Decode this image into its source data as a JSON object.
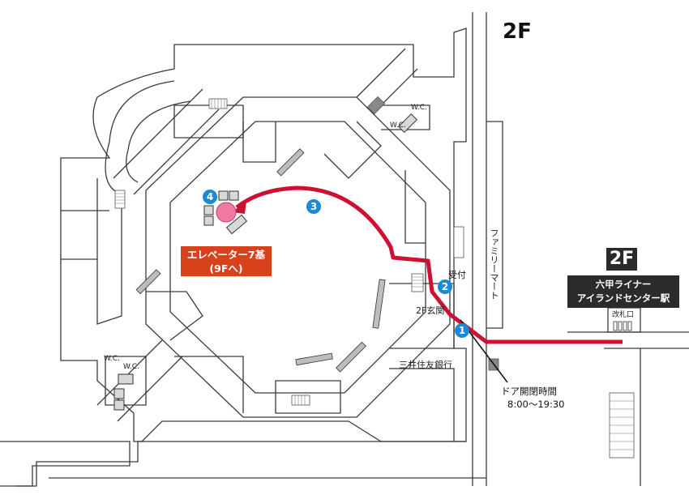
{
  "floor": "2F",
  "station_badge": "2F",
  "station": {
    "line1": "六甲ライナー",
    "line2": "アイランドセンター駅"
  },
  "elevator": {
    "line1": "エレベーター7基",
    "line2": "(9Fへ)"
  },
  "labels": {
    "wc1": "W.C.",
    "wc2": "W.C.",
    "wc3": "W.C.",
    "wc4": "W.C.",
    "reception": "受付",
    "entrance": "2F玄関",
    "bank": "三井住友銀行",
    "store": "ファミリーマート",
    "ticket_gate": "改札口"
  },
  "door_hours": {
    "title": "ドア開閉時間",
    "time": "8:00〜19:30"
  },
  "markers": [
    "1",
    "2",
    "3",
    "4"
  ],
  "colors": {
    "route": "#cc1133",
    "marker": "#1a8ad4",
    "elevator_label": "#d9401c",
    "station_bg": "#2b2b2b",
    "elevator_circle": "#f07aa0"
  }
}
